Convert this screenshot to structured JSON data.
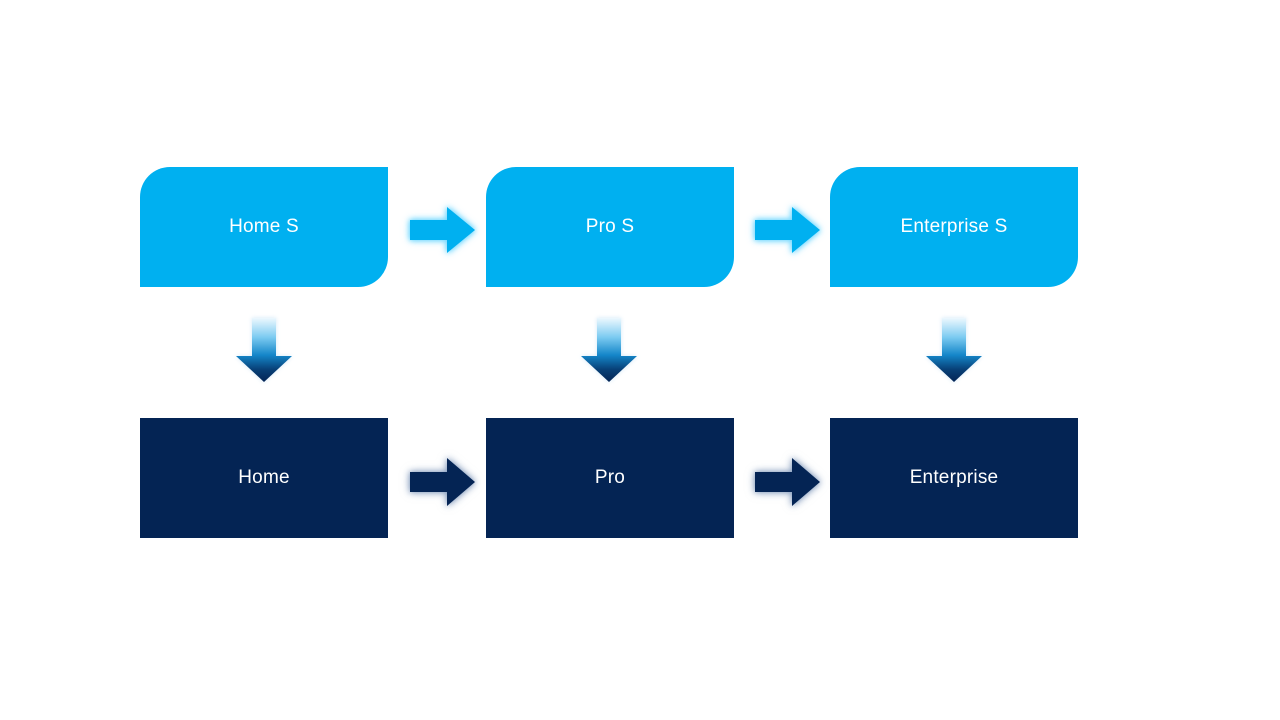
{
  "colors": {
    "light_blue": "#00B0F0",
    "dark_navy": "#042454",
    "text": "#FFFFFF",
    "background": "#FFFFFF"
  },
  "top_row": [
    {
      "label": "Home S"
    },
    {
      "label": "Pro S"
    },
    {
      "label": "Enterprise S"
    }
  ],
  "bottom_row": [
    {
      "label": "Home"
    },
    {
      "label": "Pro"
    },
    {
      "label": "Enterprise"
    }
  ],
  "icons": {
    "horizontal_connector": "right-arrow-icon",
    "vertical_connector": "down-arrow-icon"
  }
}
